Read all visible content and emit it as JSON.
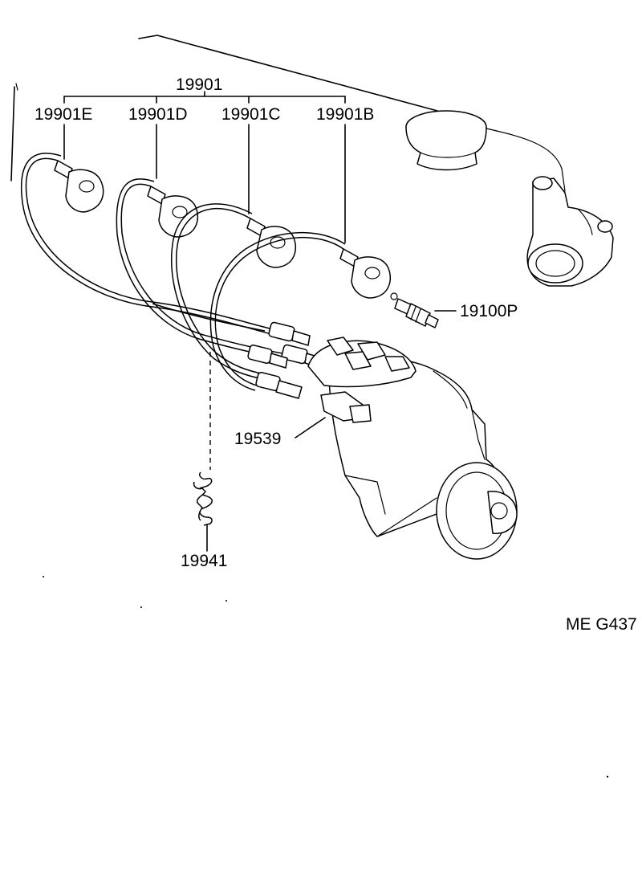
{
  "diagram": {
    "labels": {
      "set": "19901",
      "cord_e": "19901E",
      "cord_d": "19901D",
      "cord_c": "19901C",
      "cord_b": "19901B",
      "spark_plug": "19100P",
      "coil_cord": "19539",
      "clamp": "19941",
      "ref_code": "ME  G437"
    }
  }
}
